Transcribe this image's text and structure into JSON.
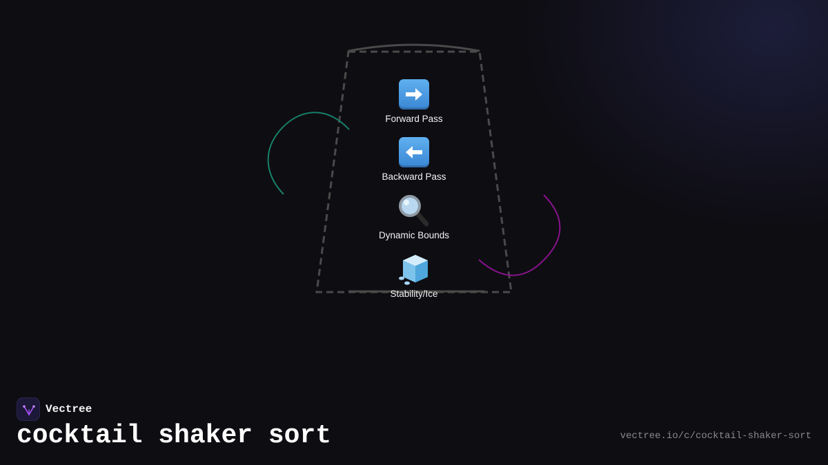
{
  "diagram": {
    "steps": [
      {
        "label": "Forward Pass",
        "icon": "right-arrow-icon"
      },
      {
        "label": "Backward Pass",
        "icon": "left-arrow-icon"
      },
      {
        "label": "Dynamic Bounds",
        "icon": "magnifying-glass-icon"
      },
      {
        "label": "Stability/Ice",
        "icon": "ice-cube-icon"
      }
    ],
    "colors": {
      "shaker_outline": "#4a4a4a",
      "left_swirl": "#17806a",
      "right_swirl": "#8a128e",
      "label_text": "#f2f2f2"
    }
  },
  "brand": {
    "name": "Vectree",
    "logo_color": "#a855f7"
  },
  "title": "cocktail shaker sort",
  "url": "vectree.io/c/cocktail-shaker-sort",
  "colors": {
    "background": "#0e0d12",
    "title": "#ffffff",
    "url": "#8a8a8a"
  }
}
